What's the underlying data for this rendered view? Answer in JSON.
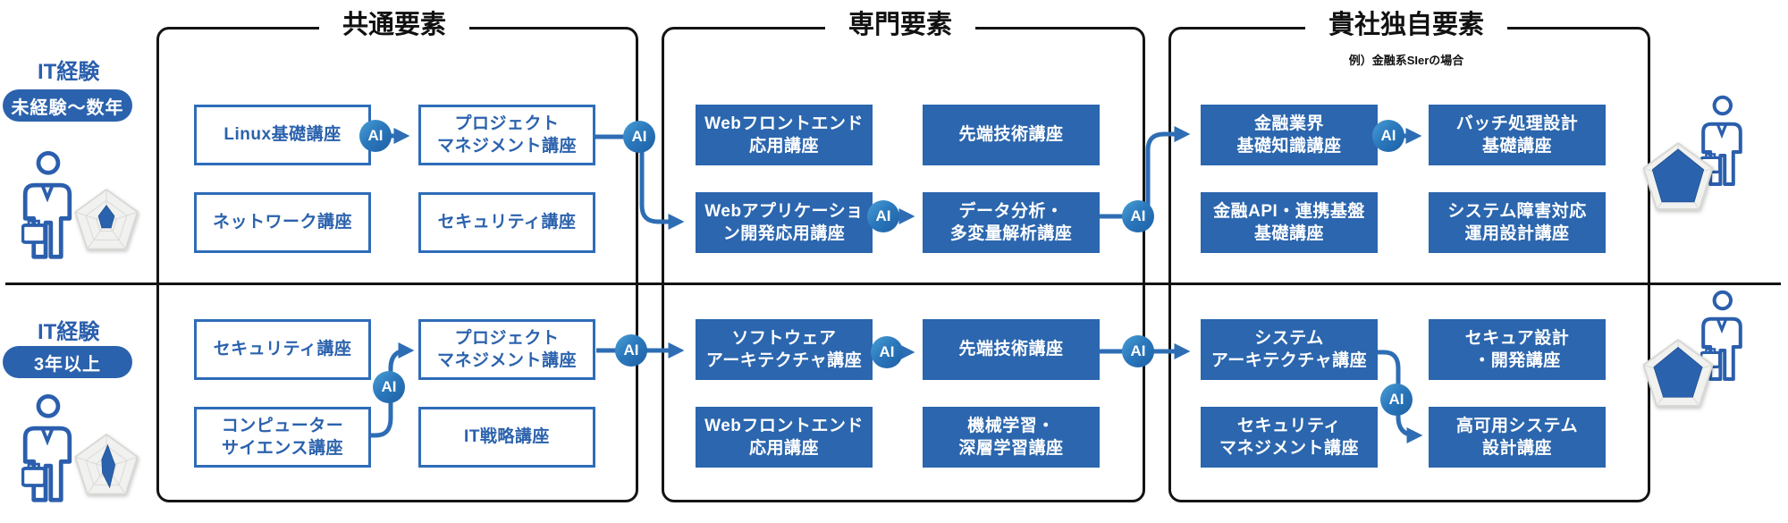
{
  "labels": {
    "ai_badge": "AI"
  },
  "colors": {
    "primary_blue": "#2b62ad",
    "box_fill_blue": "#2b66ae",
    "line_blue": "#2e6db4",
    "frame_black": "#141414"
  },
  "experience_levels": [
    {
      "label": "IT経験",
      "badge": "未経験〜数年"
    },
    {
      "label": "IT経験",
      "badge": "3年以上"
    }
  ],
  "sections": [
    {
      "title": "共通要素",
      "novice": [
        "Linux基礎講座",
        "プロジェクト\nマネジメント講座",
        "ネットワーク講座",
        "セキュリティ講座"
      ],
      "experienced": [
        "セキュリティ講座",
        "プロジェクト\nマネジメント講座",
        "コンピューター\nサイエンス講座",
        "IT戦略講座"
      ]
    },
    {
      "title": "専門要素",
      "novice": [
        "Webフロントエンド\n応用講座",
        "先端技術講座",
        "Webアプリケーショ\nン開発応用講座",
        "データ分析・\n多変量解析講座"
      ],
      "experienced": [
        "ソフトウェア\nアーキテクチャ講座",
        "先端技術講座",
        "Webフロントエンド\n応用講座",
        "機械学習・\n深層学習講座"
      ]
    },
    {
      "title": "貴社独自要素",
      "subtitle": "例）金融系SIerの場合",
      "novice": [
        "金融業界\n基礎知識講座",
        "バッチ処理設計\n基礎講座",
        "金融API・連携基盤\n基礎講座",
        "システム障害対応\n運用設計講座"
      ],
      "experienced": [
        "システム\nアーキテクチャ講座",
        "セキュア設計\n・開発講座",
        "セキュリティ\nマネジメント講座",
        "高可用システム\n設計講座"
      ]
    }
  ]
}
